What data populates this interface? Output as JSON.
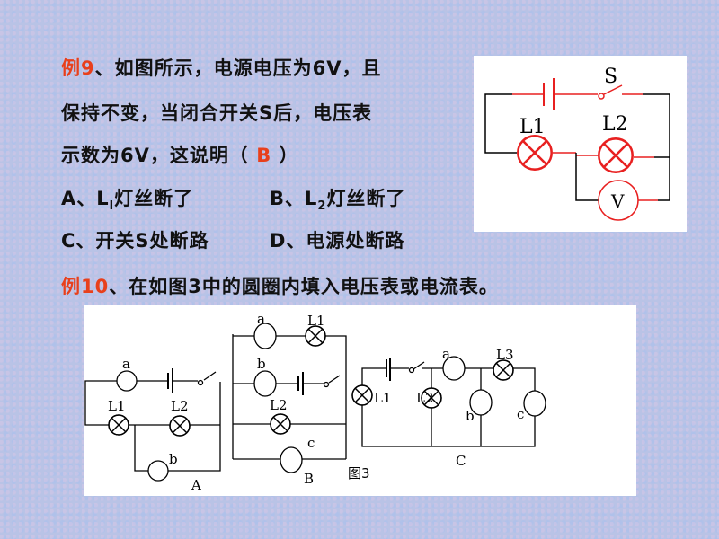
{
  "q9": {
    "label": "例9",
    "line1": "、如图所示，电源电压为6V，且",
    "line2": "保持不变，当闭合开关S后，电压表",
    "line3_a": "示数为6V，这说明（ ",
    "answer": "B",
    "line3_b": " ）",
    "optA_pre": "A、L",
    "optA_sub": "l",
    "optA_post": "灯丝断了",
    "optB_pre": "B、L",
    "optB_sub": "2",
    "optB_post": "灯丝断了",
    "optC": "C、开关S处断路",
    "optD": "D、电源处断路"
  },
  "q10": {
    "label": "例10",
    "text": "、在如图3中的圆圈内填入电压表或电流表。"
  },
  "fig1": {
    "S": "S",
    "L1": "L1",
    "L2": "L2",
    "V": "V"
  },
  "fig3": {
    "A": {
      "a": "a",
      "b": "b",
      "L1": "L1",
      "L2": "L2",
      "name": "A"
    },
    "B": {
      "a": "a",
      "b": "b",
      "c": "c",
      "L1": "L1",
      "L2": "L2",
      "name": "B"
    },
    "C": {
      "a": "a",
      "b": "b",
      "c": "c",
      "L1": "L1",
      "L2": "L2",
      "L3": "L3",
      "name": "C"
    },
    "caption": "图3"
  },
  "colors": {
    "accent": "#e8401c",
    "wire_red": "#e82020"
  }
}
